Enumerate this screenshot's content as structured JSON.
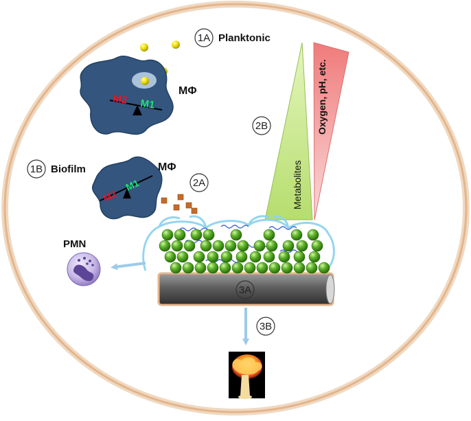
{
  "labels": {
    "step_1a": "1A",
    "planktonic": "Planktonic",
    "step_1b": "1B",
    "biofilm": "Biofilm",
    "step_2a": "2A",
    "step_2b": "2B",
    "step_3a": "3A",
    "step_3b": "3B",
    "macrophage": "MΦ",
    "m2": "M2",
    "m1": "M1",
    "pmn": "PMN",
    "metabolites": "Metabolites",
    "oxygen": "Oxygen, pH, etc."
  },
  "colors": {
    "border_ring": "#e8b98c",
    "macrophage": "#33557e",
    "m2_text": "#e0172b",
    "m1_text": "#1fe07a",
    "bacteria": "#3f9a16",
    "planktonic_bacteria": "#f2e30c",
    "metabolites_wedge": "#c9e58f",
    "oxygen_wedge": "#f6a5a5",
    "implant_rod": "#6f6f6f",
    "arrow": "#9ccbe8",
    "pmn_cell": "#a796cc"
  },
  "icons": {
    "bone": "infected-bone-icon",
    "pmn": "neutrophil-cell-icon",
    "macrophage": "macrophage-cell-icon"
  }
}
